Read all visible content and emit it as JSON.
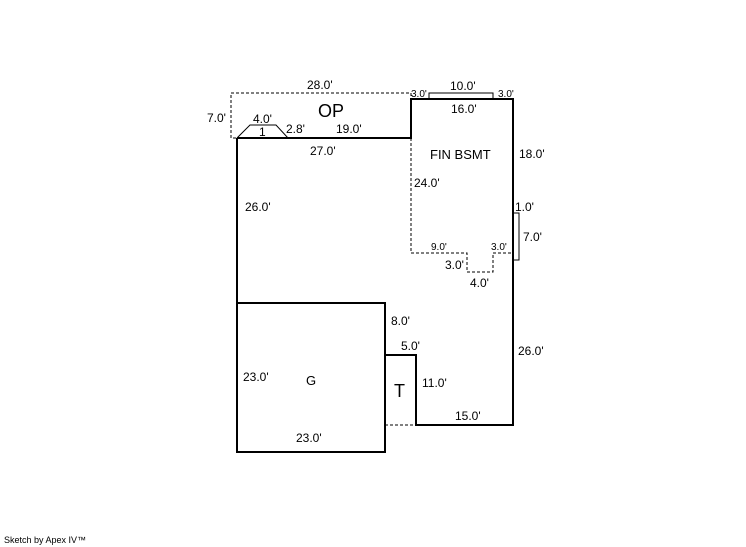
{
  "areas": {
    "op": "OP",
    "fin_bsmt": "FIN BSMT",
    "garage": "G",
    "t": "T",
    "porch_sub": "1"
  },
  "dimensions": {
    "op_top": "28.0'",
    "op_left": "7.0'",
    "porch_top": "4.0'",
    "porch_side": "2.8'",
    "wall_19": "19.0'",
    "wall_27": "27.0'",
    "bump_top": "10.0'",
    "bump_left": "3.0'",
    "bump_right": "3.0'",
    "bsmt_top": "16.0'",
    "right_upper": "18.0'",
    "bsmt_24": "24.0'",
    "left_26": "26.0'",
    "ledge_1": "1.0'",
    "ledge_7": "7.0'",
    "bsmt_9": "9.0'",
    "bsmt_3_right": "3.0'",
    "notch_3": "3.0'",
    "notch_4": "4.0'",
    "garage_8": "8.0'",
    "t_5": "5.0'",
    "right_lower": "26.0'",
    "garage_23_left": "23.0'",
    "t_11": "11.0'",
    "bottom_15": "15.0'",
    "garage_23_bottom": "23.0'"
  },
  "credit": "Sketch by Apex IV™"
}
